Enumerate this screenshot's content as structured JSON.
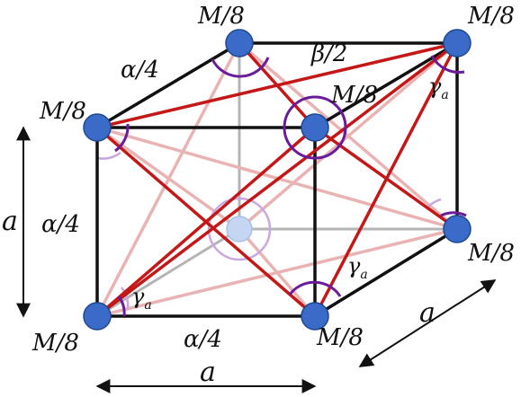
{
  "labels": {
    "mass": "M/8",
    "alpha_quarter": "α/4",
    "beta_half": "β/2",
    "gamma": "γ",
    "gamma_sub": "a",
    "side": "a"
  },
  "colors": {
    "edge": "#111111",
    "hidden_edge": "#b4b4b4",
    "diagonal": "#c41818",
    "faded_diagonal": "#eab3b3",
    "angle_arc": "#6a1b9a",
    "faded_arc": "#c9a8e0",
    "node_fill": "#3a6bc9",
    "node_stroke": "#1e4890",
    "arrow": "#111111"
  }
}
